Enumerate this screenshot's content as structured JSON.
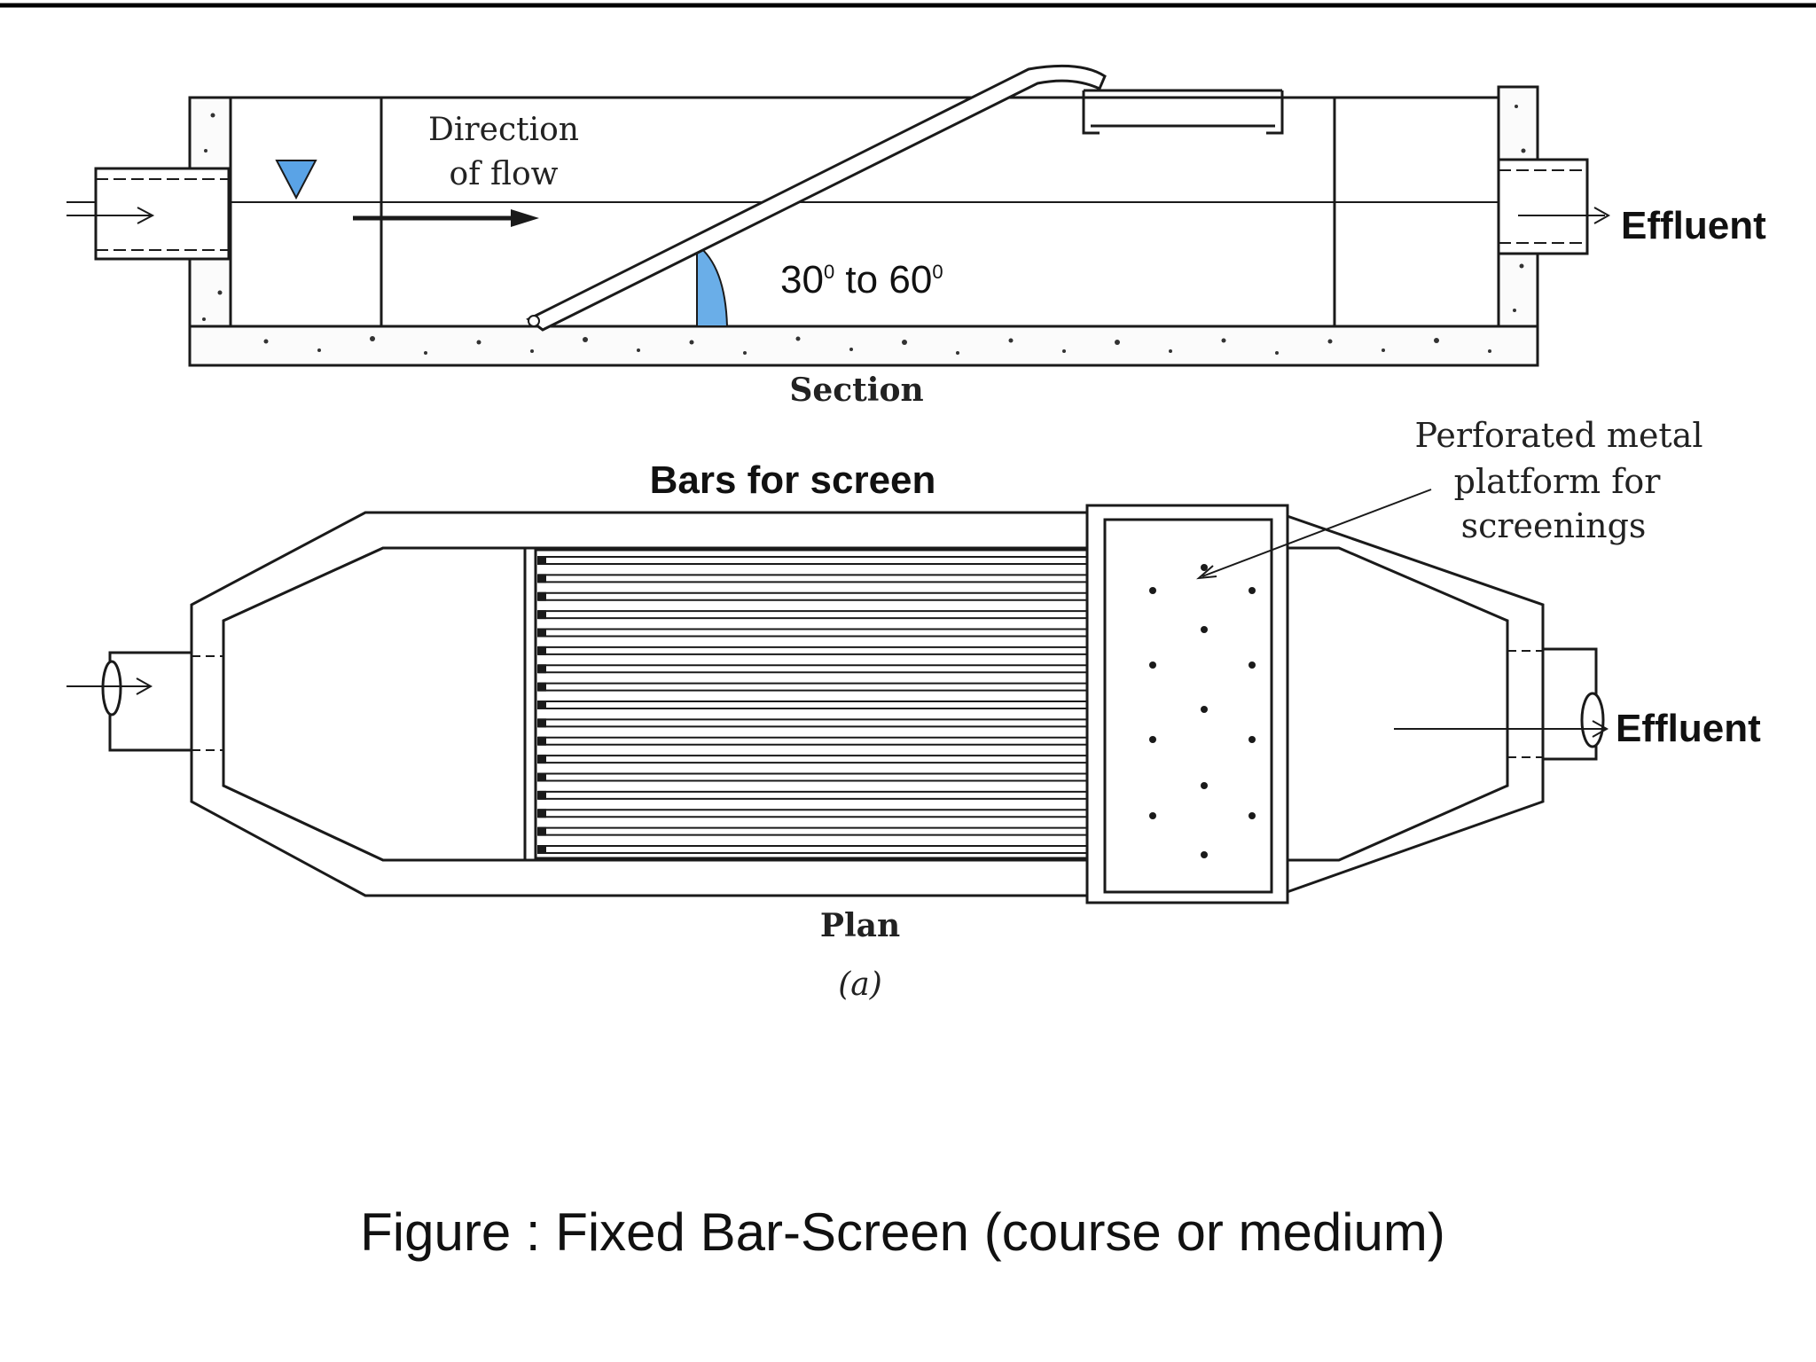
{
  "section": {
    "direction_line1": "Direction",
    "direction_line2": "of flow",
    "angle_base1": "30",
    "angle_sup1": "0",
    "angle_to": " to ",
    "angle_base2": "60",
    "angle_sup2": "0",
    "effluent": "Effluent",
    "caption": "Section"
  },
  "plan": {
    "bars_label": "Bars for screen",
    "platform_line1": "Perforated metal",
    "platform_line2": "platform for",
    "platform_line3": "screenings",
    "effluent": "Effluent",
    "caption": "Plan",
    "sub_caption": "(a)"
  },
  "figure_caption": "Figure : Fixed Bar-Screen (course or medium)",
  "colors": {
    "water_marker": "#5aa3e6",
    "angle_fill": "#6aaee8",
    "line": "#1a1a1a"
  }
}
